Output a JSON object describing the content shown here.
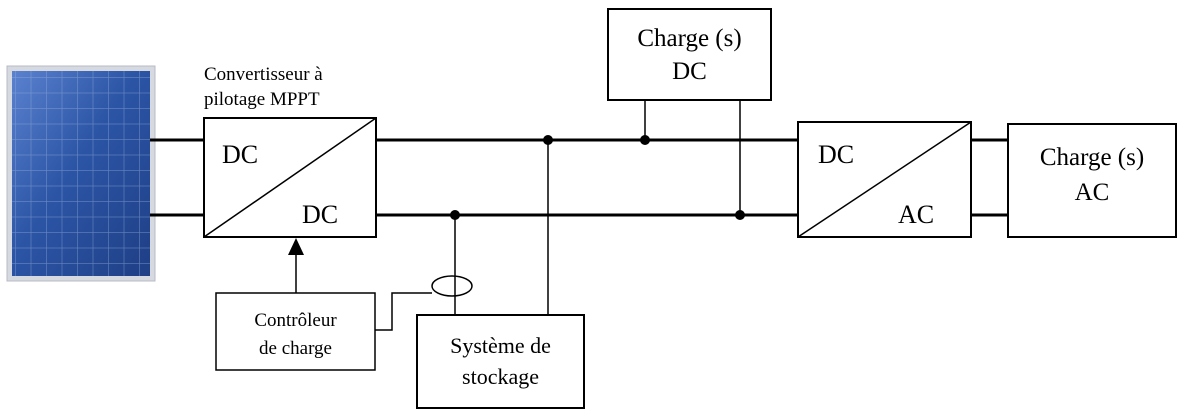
{
  "converter_dcdc": {
    "caption_line1": "Convertisseur à",
    "caption_line2": "pilotage MPPT",
    "input_label": "DC",
    "output_label": "DC"
  },
  "load_dc": {
    "line1": "Charge (s)",
    "line2": "DC"
  },
  "inverter": {
    "input_label": "DC",
    "output_label": "AC"
  },
  "load_ac": {
    "line1": "Charge (s)",
    "line2": "AC"
  },
  "charge_controller": {
    "line1": "Contrôleur",
    "line2": "de charge"
  },
  "storage": {
    "line1": "Système de",
    "line2": "stockage"
  },
  "colors": {
    "panel_frame": "#c9ccd4",
    "panel_cells": "#2a4f9e",
    "panel_cells_light": "#4a73c4",
    "lines": "#000000"
  }
}
